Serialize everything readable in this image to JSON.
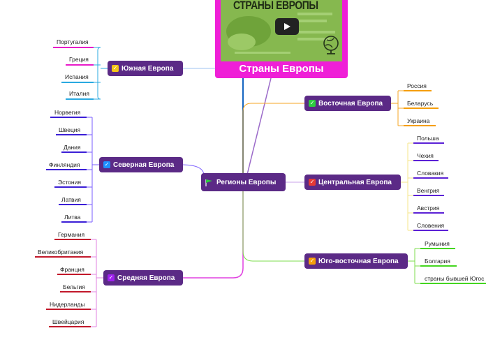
{
  "video": {
    "thumbnail_title": "СТРАНЫ ЕВРОПЫ",
    "caption": "Страны Европы",
    "play_icon": "play-icon",
    "globe_icon": "globe-icon"
  },
  "root": {
    "label": "Регионы Европы",
    "icon": "flag-icon",
    "icon_color": "#2ecc40"
  },
  "branches": {
    "south": {
      "label": "Южная Европа",
      "check_color": "#f5c518",
      "line_color": "#9fc3f0",
      "items": [
        "Португалия",
        "Греция",
        "Испания",
        "Италия"
      ],
      "item_color": [
        "#e81ac9",
        "#e81ac9",
        "#29a9e0",
        "#29a9e0"
      ]
    },
    "north": {
      "label": "Северная Европа",
      "check_color": "#1e90ff",
      "line_color": "#7a5cff",
      "items": [
        "Норвегия",
        "Швеция",
        "Дания",
        "Финляндия",
        "Эстония",
        "Латвия",
        "Литва"
      ],
      "item_color": "#3b1fd6"
    },
    "middle": {
      "label": "Средняя Европа",
      "check_color": "#a020f0",
      "line_color": "#e080e0",
      "items": [
        "Германия",
        "Великобритания",
        "Франция",
        "Бельгия",
        "Нидерланды",
        "Швейцария"
      ],
      "item_color": "#c2182a"
    },
    "east": {
      "label": "Восточная Европа",
      "check_color": "#2ecc40",
      "line_color": "#f5a623",
      "items": [
        "Россия",
        "Беларусь",
        "Украина"
      ],
      "item_color": "#f59e0b"
    },
    "central": {
      "label": "Центральная Европа",
      "check_color": "#e53935",
      "line_color": "#f5e58a",
      "items": [
        "Польша",
        "Чехия",
        "Словакия",
        "Венгрия",
        "Австрия",
        "Словения"
      ],
      "item_color": "#5b21d6"
    },
    "southeast": {
      "label": "Юго-восточная Европа",
      "check_color": "#f59e0b",
      "line_color": "#7dde4c",
      "items": [
        "Румыния",
        "Болгария",
        "страны бывшей Югос"
      ],
      "item_color": "#44d620"
    }
  }
}
